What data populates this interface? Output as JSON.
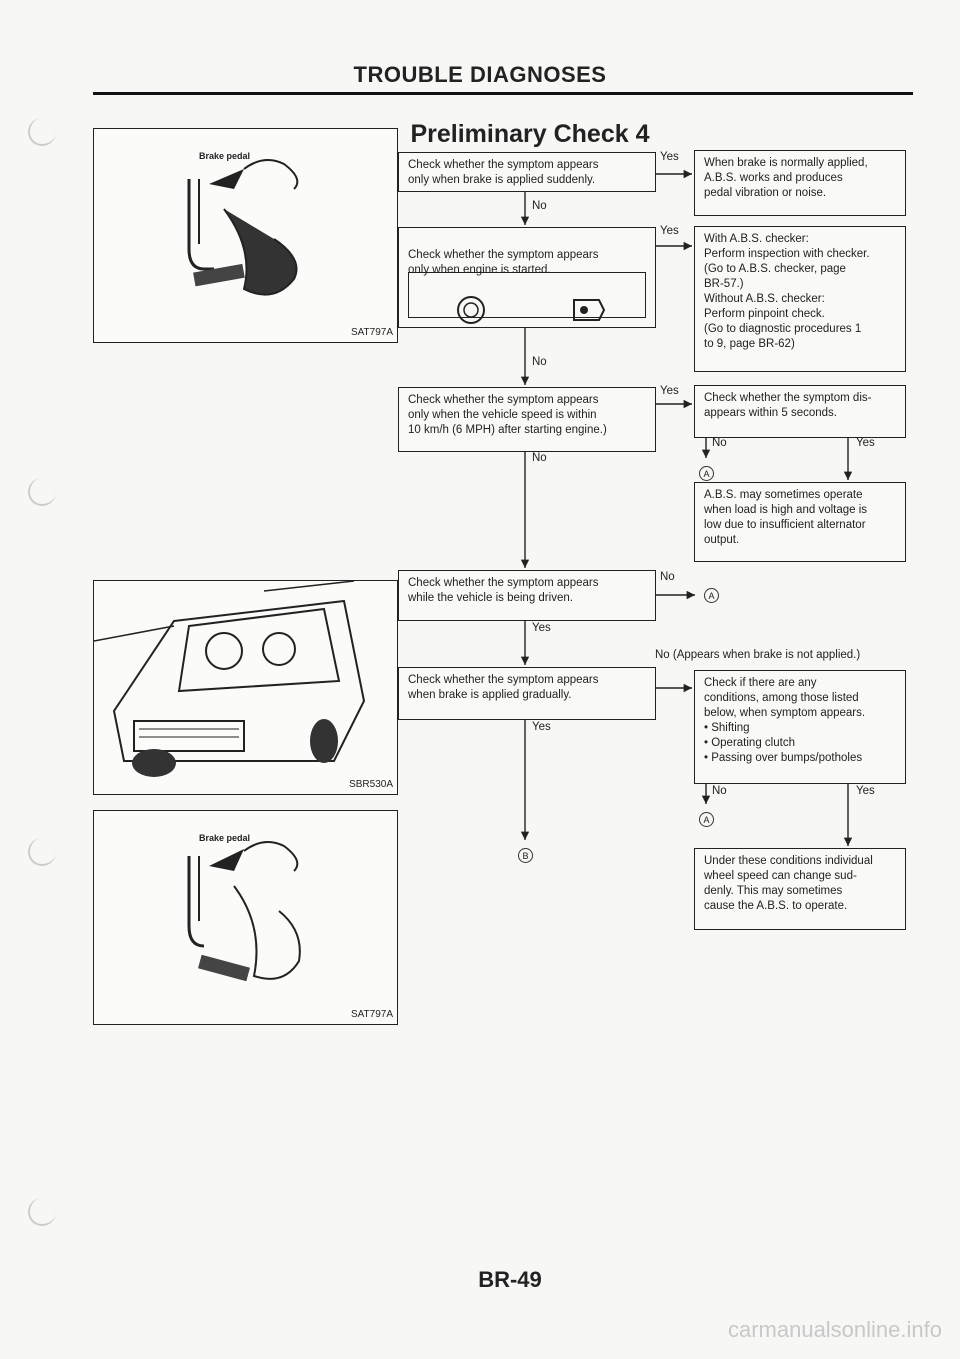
{
  "header": {
    "title": "TROUBLE DIAGNOSES",
    "section_title": "Preliminary Check 4"
  },
  "figures": {
    "fig1": {
      "caption": "Brake pedal",
      "code": "SAT797A"
    },
    "fig2": {
      "code": "SBR530A"
    },
    "fig3": {
      "caption": "Brake pedal",
      "code": "SAT797A"
    }
  },
  "checks": {
    "c1": "Check whether the symptom appears\nonly when brake is applied suddenly.",
    "c2": "Check whether the symptom appears\nonly when engine is started.",
    "c3": "Check whether the symptom appears\nonly when the vehicle speed is within\n10 km/h (6 MPH) after starting engine.)",
    "c4": "Check whether the symptom appears\nwhile the vehicle is being driven.",
    "c5": "Check whether the symptom appears\nwhen brake is applied gradually."
  },
  "results": {
    "r1": "When brake is normally applied,\nA.B.S. works and produces\npedal vibration or noise.",
    "r2": "With A.B.S. checker:\nPerform inspection with checker.\n(Go to A.B.S. checker, page\nBR-57.)\nWithout A.B.S. checker:\nPerform pinpoint check.\n(Go to diagnostic procedures 1\nto 9, page BR-62)",
    "r3": "Check whether the symptom dis-\nappears within 5 seconds.",
    "r4": "A.B.S. may sometimes operate\nwhen load is high and voltage is\nlow due to insufficient alternator\noutput.",
    "r5": "Check if there are any\nconditions, among those listed\nbelow, when symptom appears.\n• Shifting\n• Operating clutch\n• Passing over bumps/potholes",
    "r6": "Under these conditions individual\nwheel speed can change sud-\ndenly. This may sometimes\ncause the A.B.S. to operate."
  },
  "labels": {
    "yes": "Yes",
    "no": "No",
    "no_not_applied": "No (Appears when brake is not applied.)",
    "A": "A",
    "B": "B"
  },
  "footer": {
    "page": "BR-49",
    "watermark": "carmanualsonline.info"
  }
}
